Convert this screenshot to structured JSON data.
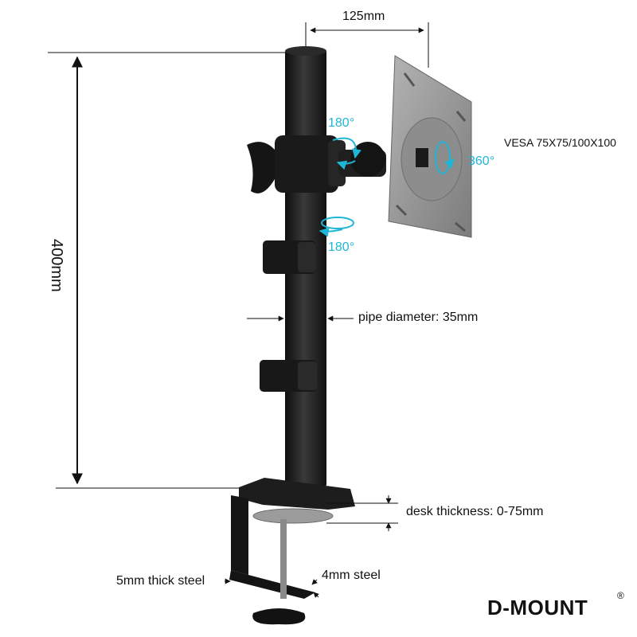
{
  "labels": {
    "width_mm": "125mm",
    "height_mm": "400mm",
    "vesa": "VESA 75X75/100X100",
    "rot_tilt": "180°",
    "rot_swivel": "180°",
    "rot_plate": "360°",
    "pipe": "pipe diameter: 35mm",
    "desk": "desk thickness: 0-75mm",
    "steel_thick": "5mm thick steel",
    "steel_4mm": "4mm steel",
    "brand": "D-MOUNT",
    "reg_mark": "®"
  },
  "colors": {
    "accent": "#1fb6d6",
    "metal_dark": "#1c1c1c",
    "plate": "#9a9a9a"
  }
}
